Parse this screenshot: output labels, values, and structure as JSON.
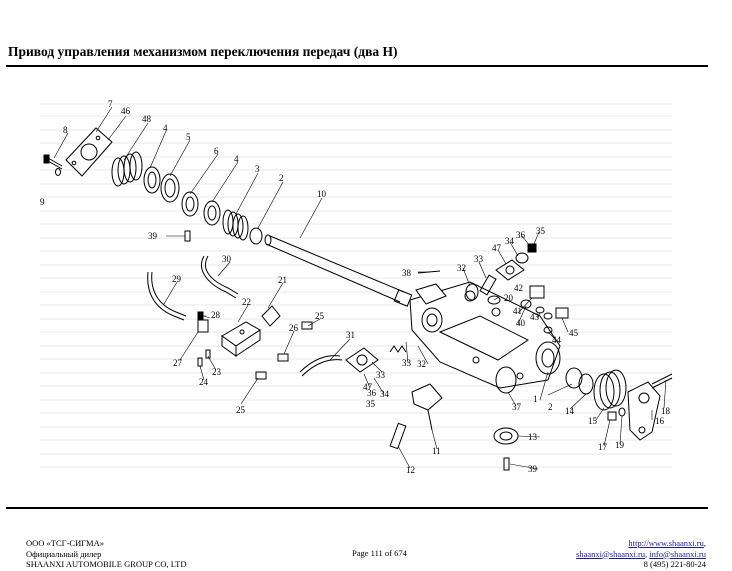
{
  "page": {
    "title": "Привод управления механизмом переключения передач (два H)"
  },
  "footer": {
    "company": "ООО «ТСГ-СИГМА»",
    "dealer": "Официальный дилер",
    "group": "SHAANXI AUTOMOBILE GROUP CO, LTD",
    "page_number": "Page 111 of 674",
    "website": "http://www.shaanxi.ru",
    "website_suffix": ",",
    "email1": "shaanxi@shaanxi.ru",
    "email_separator": ", ",
    "email2": "info@shaanxi.ru",
    "phone": "8 (495) 221-80-24"
  },
  "callouts": [
    "1",
    "2",
    "3",
    "4",
    "5",
    "6",
    "7",
    "8",
    "9",
    "10",
    "11",
    "12",
    "13",
    "14",
    "15",
    "16",
    "17",
    "18",
    "19",
    "20",
    "21",
    "22",
    "23",
    "24",
    "25",
    "26",
    "27",
    "28",
    "29",
    "30",
    "31",
    "32",
    "33",
    "34",
    "35",
    "36",
    "37",
    "38",
    "39",
    "40",
    "41",
    "42",
    "43",
    "44",
    "45",
    "46",
    "47",
    "48"
  ],
  "colors": {
    "line": "#000000",
    "guide": "#c8c8c8",
    "link": "#1a1aa6"
  }
}
